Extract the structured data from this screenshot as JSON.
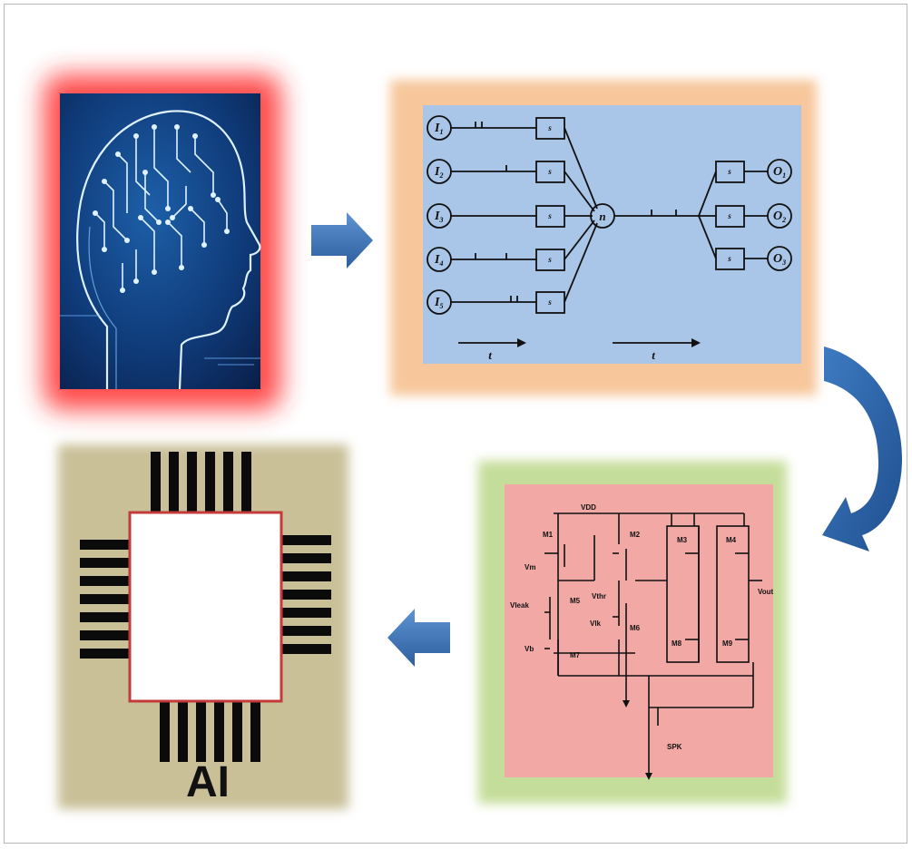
{
  "inputs": [
    "I1",
    "I2",
    "I3",
    "I4",
    "I5"
  ],
  "inputs_sub": [
    "1",
    "2",
    "3",
    "4",
    "5"
  ],
  "outputs": [
    "O",
    "O",
    "O"
  ],
  "outputs_sub": [
    "1",
    "2",
    "3"
  ],
  "neuron_label": "n",
  "synapse_label": "s",
  "time_label": "t",
  "circuit": {
    "supply_label": "VDD",
    "spk_label": "SPK",
    "labels": [
      "M1",
      "M2",
      "M3",
      "M4",
      "M5",
      "M6",
      "M7",
      "M8",
      "M9"
    ],
    "voltage_labels": [
      "Vm",
      "Vthr",
      "Vlk",
      "Vleak",
      "Vb",
      "Vout"
    ]
  },
  "chip_label": "AI",
  "colors": {
    "red_glow": "#ff2a2a",
    "orange_frame": "#f7c79b",
    "blue_panel": "#a9c6e8",
    "green_frame": "#c5dd9a",
    "pink_panel": "#f2a9a6",
    "khaki_panel": "#c9c098",
    "arrow_blue": "#3d74b8",
    "chip_border": "#c33a3a"
  },
  "icons": [
    "brain-circuit-head-image",
    "right-arrow-icon",
    "curved-down-arrow-icon",
    "left-arrow-icon",
    "chip-icon"
  ]
}
